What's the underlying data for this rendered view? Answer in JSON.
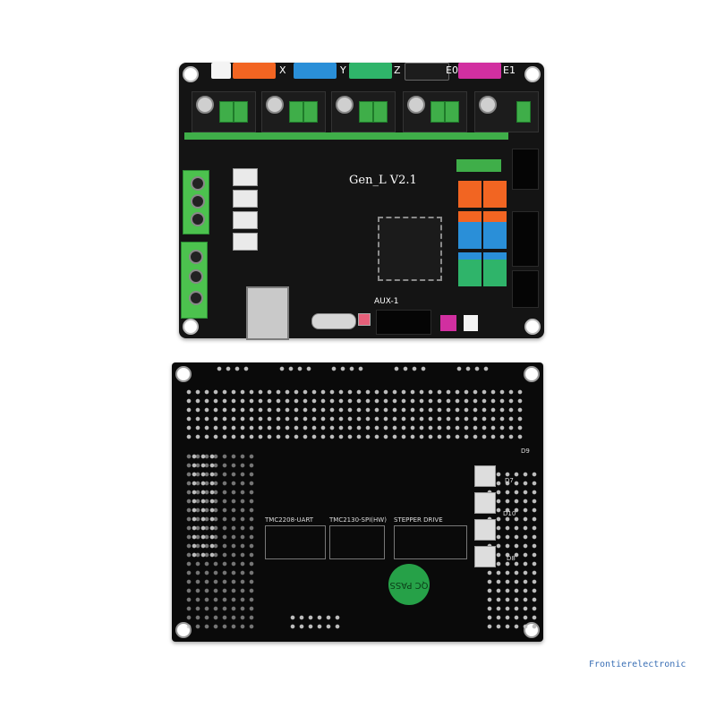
{
  "front_board": {
    "title": "Gen_L V2.1",
    "connector_labels": [
      "X",
      "Y",
      "Z",
      "E0",
      "E1"
    ],
    "connector_colors": [
      "#f26522",
      "#2a8fd8",
      "#2fb46a",
      "#1c1c1c",
      "#d12fa0"
    ],
    "aux_label": "AUX-1"
  },
  "back_board": {
    "headers": [
      "TMC2208-UART",
      "TMC2130-SPI(HW)",
      "STEPPER DRIVE"
    ],
    "badge": "QC PASS",
    "side_labels": [
      "D9",
      "D7",
      "D10",
      "D8"
    ]
  },
  "watermark": "Frontierelectronic"
}
